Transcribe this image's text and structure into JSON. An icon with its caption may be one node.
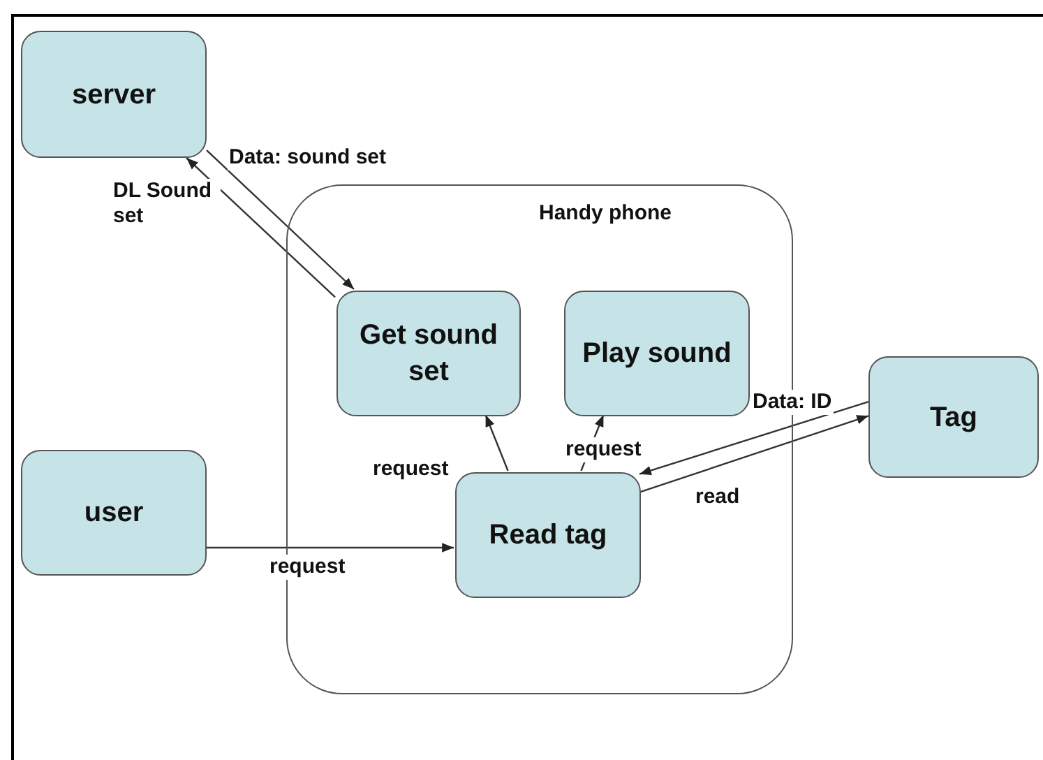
{
  "diagram": {
    "nodes": [
      {
        "text": [
          "server"
        ]
      },
      {
        "text": [
          "Handy phone"
        ]
      },
      {
        "text": [
          "Get sound set"
        ],
        "in": 1
      },
      {
        "text": [
          "Play sound"
        ],
        "in": 1
      },
      {
        "text": [
          "Tag"
        ]
      },
      {
        "text": [
          "user"
        ]
      },
      {
        "text": [
          "Read tag"
        ],
        "in": 1
      }
    ],
    "edges": [
      {
        "from": 0,
        "to": 2,
        "arrow": "to",
        "label": "Data: sound set"
      },
      {
        "from": 2,
        "to": 0,
        "arrow": "to",
        "label": "DL Sound set"
      },
      {
        "from": 6,
        "to": 2,
        "arrow": "to",
        "label": "request"
      },
      {
        "from": 6,
        "to": 3,
        "arrow": "to",
        "label": "request"
      },
      {
        "from": 4,
        "to": 6,
        "arrow": "to",
        "label": "Data: ID"
      },
      {
        "from": 6,
        "to": 4,
        "arrow": "to",
        "label": "read"
      },
      {
        "from": 5,
        "to": 6,
        "arrow": "to",
        "label": "request"
      }
    ]
  }
}
